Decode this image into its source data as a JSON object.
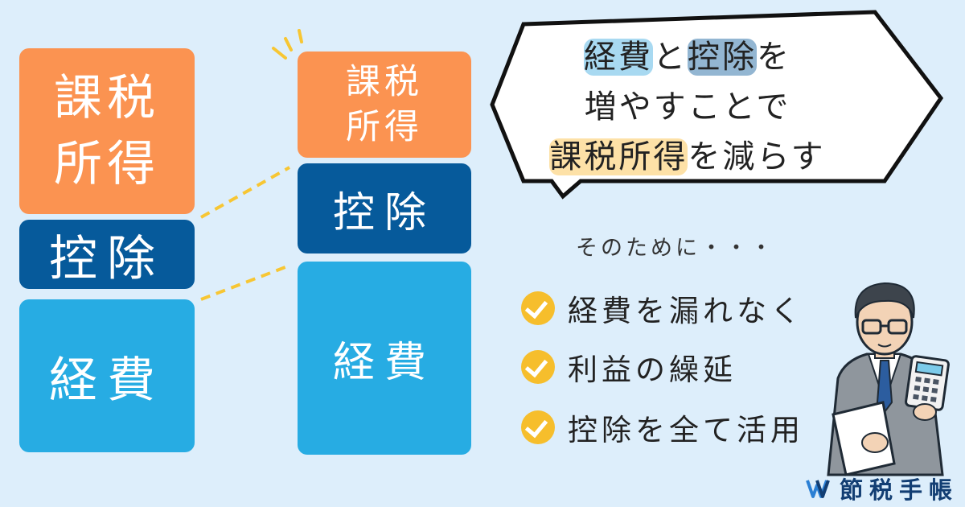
{
  "left_stack": {
    "taxable_income": [
      "課税",
      "所得"
    ],
    "deduction": "控除",
    "expense": "経費"
  },
  "right_stack": {
    "taxable_income": [
      "課税",
      "所得"
    ],
    "deduction": "控除",
    "expense": "経費"
  },
  "bubble": {
    "line1_hl1": "経費",
    "line1_mid": "と",
    "line1_hl2": "控除",
    "line1_end": "を",
    "line2": "増やすことで",
    "line3_hl": "課税所得",
    "line3_end": "を減らす"
  },
  "for_that": "そのために・・・",
  "checklist": [
    "経費を漏れなく",
    "利益の繰延",
    "控除を全て活用"
  ],
  "brand": {
    "name": "節税手帳"
  },
  "colors": {
    "background": "#ddeefb",
    "orange": "#fb9351",
    "navy": "#065a9b",
    "sky": "#27ace3",
    "check": "#f6be2c"
  },
  "icons": [
    "sparkle-icon",
    "check-icon",
    "businessman-with-calculator-illustration",
    "brand-logo-icon"
  ]
}
